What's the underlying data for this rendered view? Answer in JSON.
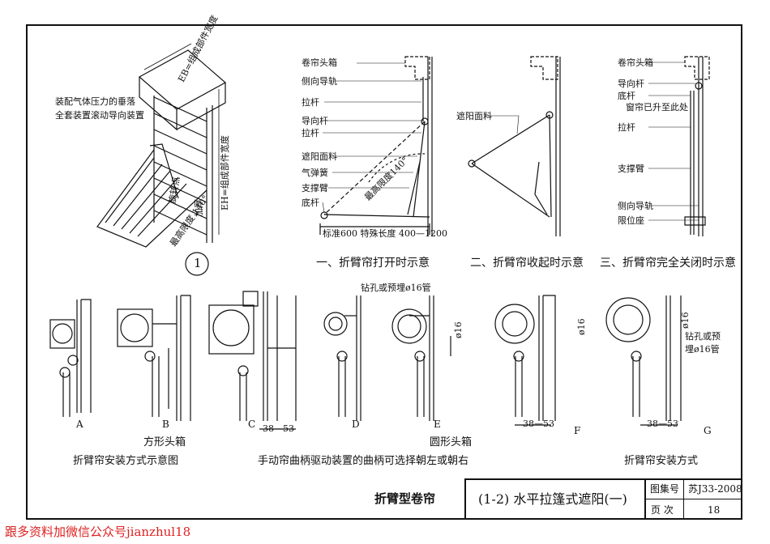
{
  "fig1": {
    "top_label": "EB=组成部件宽度",
    "side_label": "EH=组成部件宽度",
    "note_line1": "装配气体压力的垂落",
    "note_line2": "全套装置滚动导向装置",
    "pivot_label": "旋转点",
    "angle_label": "最高限度 140°",
    "dim_label": "加厚",
    "number": "1"
  },
  "fig_open": {
    "labels": [
      "卷帘头箱",
      "侧向导轨",
      "拉杆",
      "导向杆",
      "拉杆",
      "遮阳面料",
      "气弹簧",
      "支撑臂",
      "底杆"
    ],
    "angle": "最高限度140°",
    "dim": "标准600 特殊长度 400—1200",
    "caption": "一、折臂帘打开时示意"
  },
  "fig_retract": {
    "label": "遮阳面料",
    "caption": "二、折臂帘收起时示意"
  },
  "fig_closed": {
    "labels": [
      "卷帘头箱",
      "导向杆",
      "底杆",
      "窗帘已升至此处",
      "拉杆",
      "支撑臂",
      "侧向导轨",
      "限位座"
    ],
    "caption": "三、折臂帘完全关闭时示意"
  },
  "mounting": {
    "letters": [
      "A",
      "B",
      "C",
      "D",
      "E",
      "F",
      "G"
    ],
    "square_box": "方形头箱",
    "round_box": "圆形头箱",
    "drill_top": "钻孔或预埋ø16管",
    "drill_side_1": "钻孔或预",
    "drill_side_2": "埋ø16管",
    "phi16": "ø16",
    "dim_38_53": "38—53",
    "caption_left": "折臂帘安装方式示意图",
    "caption_mid": "手动帘曲柄驱动装置的曲柄可选择朝左或朝右",
    "caption_right": "折臂帘安装方式"
  },
  "title_block": {
    "name": "折臂型卷帘",
    "title": "(1-2) 水平拉篷式遮阳(一)",
    "atlas_label": "图集号",
    "atlas_value": "苏J33-2008",
    "page_label": "页 次",
    "page_value": "18"
  },
  "watermark": "跟多资料加微信公众号jianzhul18"
}
